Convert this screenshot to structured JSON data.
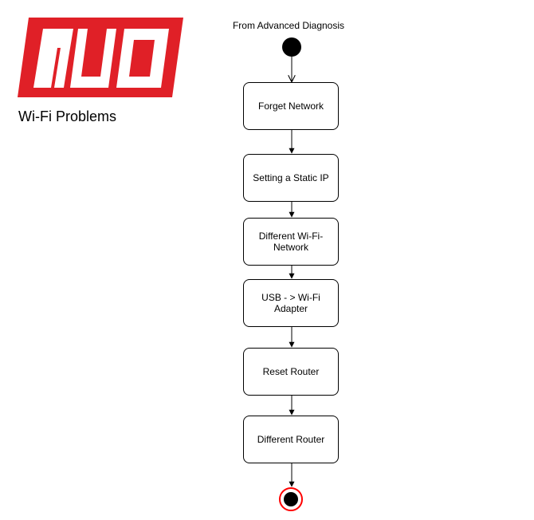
{
  "brand": {
    "logo_text": "MUO",
    "logo_color": "#e02027",
    "subtitle": "Wi-Fi Problems"
  },
  "diagram": {
    "start_label": "From Advanced Diagnosis",
    "steps": [
      "Forget Network",
      "Setting a Static IP",
      "Different Wi-Fi-\nNetwork",
      "USB - > Wi-Fi\nAdapter",
      "Reset Router",
      "Different Router"
    ],
    "end_ring_color": "#ff0000"
  }
}
